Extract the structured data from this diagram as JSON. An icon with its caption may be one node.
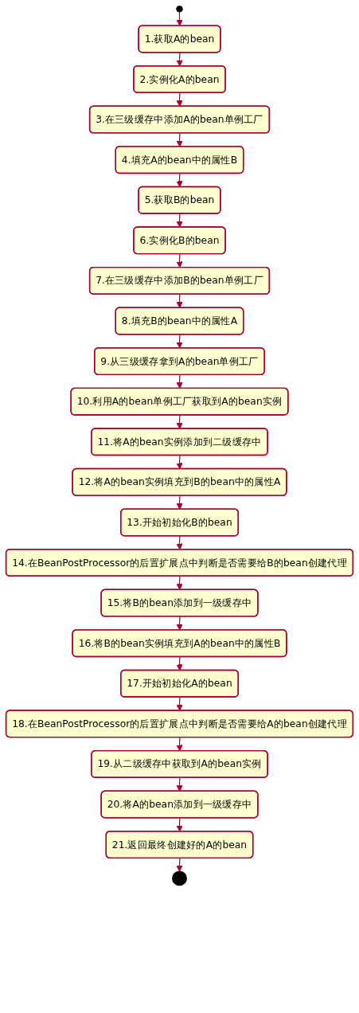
{
  "diagram": {
    "nodes": [
      {
        "text": [],
        "shape": "circle"
      },
      {
        "text": [
          "1.获取A的bean"
        ]
      },
      {
        "text": [
          "2.实例化A的bean"
        ]
      },
      {
        "text": [
          "3.在三级缓存中添加A的bean单例工厂"
        ]
      },
      {
        "text": [
          "4.填充A的bean中的属性B"
        ]
      },
      {
        "text": [
          "5.获取B的bean"
        ]
      },
      {
        "text": [
          "6.实例化B的bean"
        ]
      },
      {
        "text": [
          "7.在三级缓存中添加B的bean单例工厂"
        ]
      },
      {
        "text": [
          "8.填充B的bean中的属性A"
        ]
      },
      {
        "text": [
          "9.从三级缓存拿到A的bean单例工厂"
        ]
      },
      {
        "text": [
          "10.利用A的bean单例工厂获取到A的bean实例"
        ]
      },
      {
        "text": [
          "11.将A的bean实例添加到二级缓存中"
        ]
      },
      {
        "text": [
          "12.将A的bean实例填充到B的bean中的属性A"
        ]
      },
      {
        "text": [
          "13.开始初始化B的bean"
        ]
      },
      {
        "text": [
          "14.在BeanPostProcessor的后置扩展点中判断是否需要给B的bean创建代理"
        ]
      },
      {
        "text": [
          "15.将B的bean添加到一级缓存中"
        ]
      },
      {
        "text": [
          "16.将B的bean实例填充到A的bean中的属性B"
        ]
      },
      {
        "text": [
          "17.开始初始化A的bean"
        ]
      },
      {
        "text": [
          "18.在BeanPostProcessor的后置扩展点中判断是否需要给A的bean创建代理"
        ]
      },
      {
        "text": [
          "19.从二级缓存中获取到A的bean实例"
        ]
      },
      {
        "text": [
          "20.将A的bean添加到一级缓存中"
        ]
      },
      {
        "text": [
          "21.返回最终创建好的A的bean"
        ]
      },
      {
        "text": [],
        "shape": "bullseye"
      }
    ],
    "edges": [
      {
        "from": 0,
        "to": 1,
        "arrow": "to"
      },
      {
        "from": 1,
        "to": 2,
        "arrow": "to"
      },
      {
        "from": 2,
        "to": 3,
        "arrow": "to"
      },
      {
        "from": 3,
        "to": 4,
        "arrow": "to"
      },
      {
        "from": 4,
        "to": 5,
        "arrow": "to"
      },
      {
        "from": 5,
        "to": 6,
        "arrow": "to"
      },
      {
        "from": 6,
        "to": 7,
        "arrow": "to"
      },
      {
        "from": 7,
        "to": 8,
        "arrow": "to"
      },
      {
        "from": 8,
        "to": 9,
        "arrow": "to"
      },
      {
        "from": 9,
        "to": 10,
        "arrow": "to"
      },
      {
        "from": 10,
        "to": 11,
        "arrow": "to"
      },
      {
        "from": 11,
        "to": 12,
        "arrow": "to"
      },
      {
        "from": 12,
        "to": 13,
        "arrow": "to"
      },
      {
        "from": 13,
        "to": 14,
        "arrow": "to"
      },
      {
        "from": 14,
        "to": 15,
        "arrow": "to"
      },
      {
        "from": 15,
        "to": 16,
        "arrow": "to"
      },
      {
        "from": 16,
        "to": 17,
        "arrow": "to"
      },
      {
        "from": 17,
        "to": 18,
        "arrow": "to"
      },
      {
        "from": 18,
        "to": 19,
        "arrow": "to"
      },
      {
        "from": 19,
        "to": 20,
        "arrow": "to"
      },
      {
        "from": 20,
        "to": 21,
        "arrow": "to"
      },
      {
        "from": 21,
        "to": 22,
        "arrow": "to"
      }
    ]
  }
}
